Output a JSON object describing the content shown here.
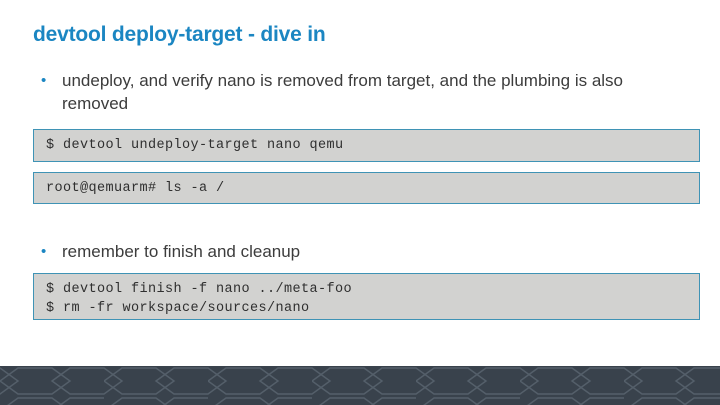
{
  "slide": {
    "title": "devtool deploy-target - dive in",
    "title_color": "#1b86c2",
    "background_color": "#ffffff",
    "body_text_color": "#3c3c3c"
  },
  "bullets": [
    {
      "marker": "•",
      "text": "undeploy, and verify nano is removed from target, and the plumbing is also removed"
    },
    {
      "marker": "•",
      "text": "remember to finish and cleanup"
    }
  ],
  "code_blocks": [
    {
      "name": "undeploy-target-command",
      "lines": [
        "$ devtool undeploy-target nano qemu"
      ]
    },
    {
      "name": "target-shell-listing",
      "lines": [
        "root@qemuarm# ls -a /"
      ]
    },
    {
      "name": "finish-and-cleanup-commands",
      "lines": [
        "$ devtool finish -f nano ../meta-foo",
        "$ rm -fr workspace/sources/nano"
      ]
    }
  ],
  "code_style": {
    "background_color": "#d2d2d0",
    "border_color": "#3f93b5",
    "text_color": "#2f2f2f"
  },
  "footer": {
    "band_color": "#39424c",
    "pattern": "hexagon-mesh",
    "edge_color": "#9aa3a9"
  }
}
